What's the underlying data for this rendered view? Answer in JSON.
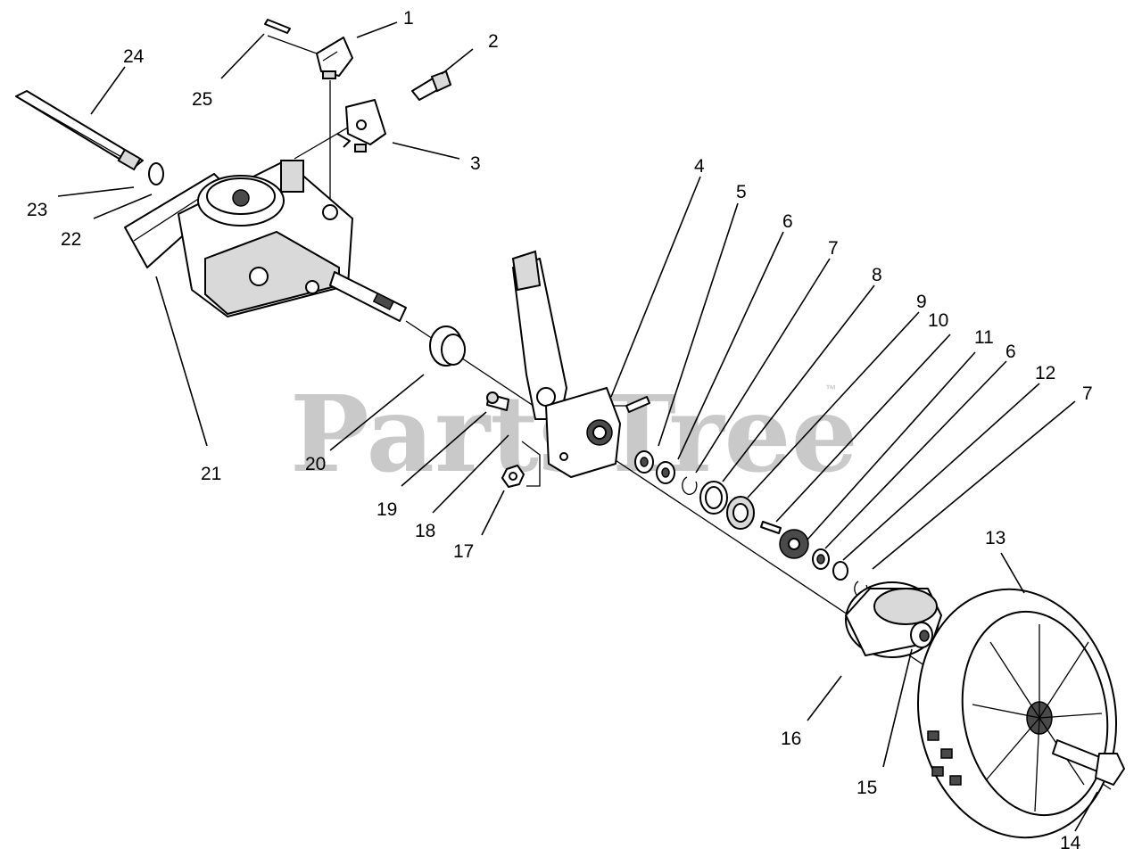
{
  "watermark": {
    "text": "PartsTree",
    "trademark": "™"
  },
  "callouts": [
    "1",
    "2",
    "3",
    "4",
    "5",
    "6",
    "7",
    "8",
    "9",
    "10",
    "11",
    "6",
    "12",
    "7",
    "13",
    "14",
    "15",
    "16",
    "17",
    "18",
    "19",
    "20",
    "21",
    "22",
    "23",
    "24",
    "25"
  ]
}
